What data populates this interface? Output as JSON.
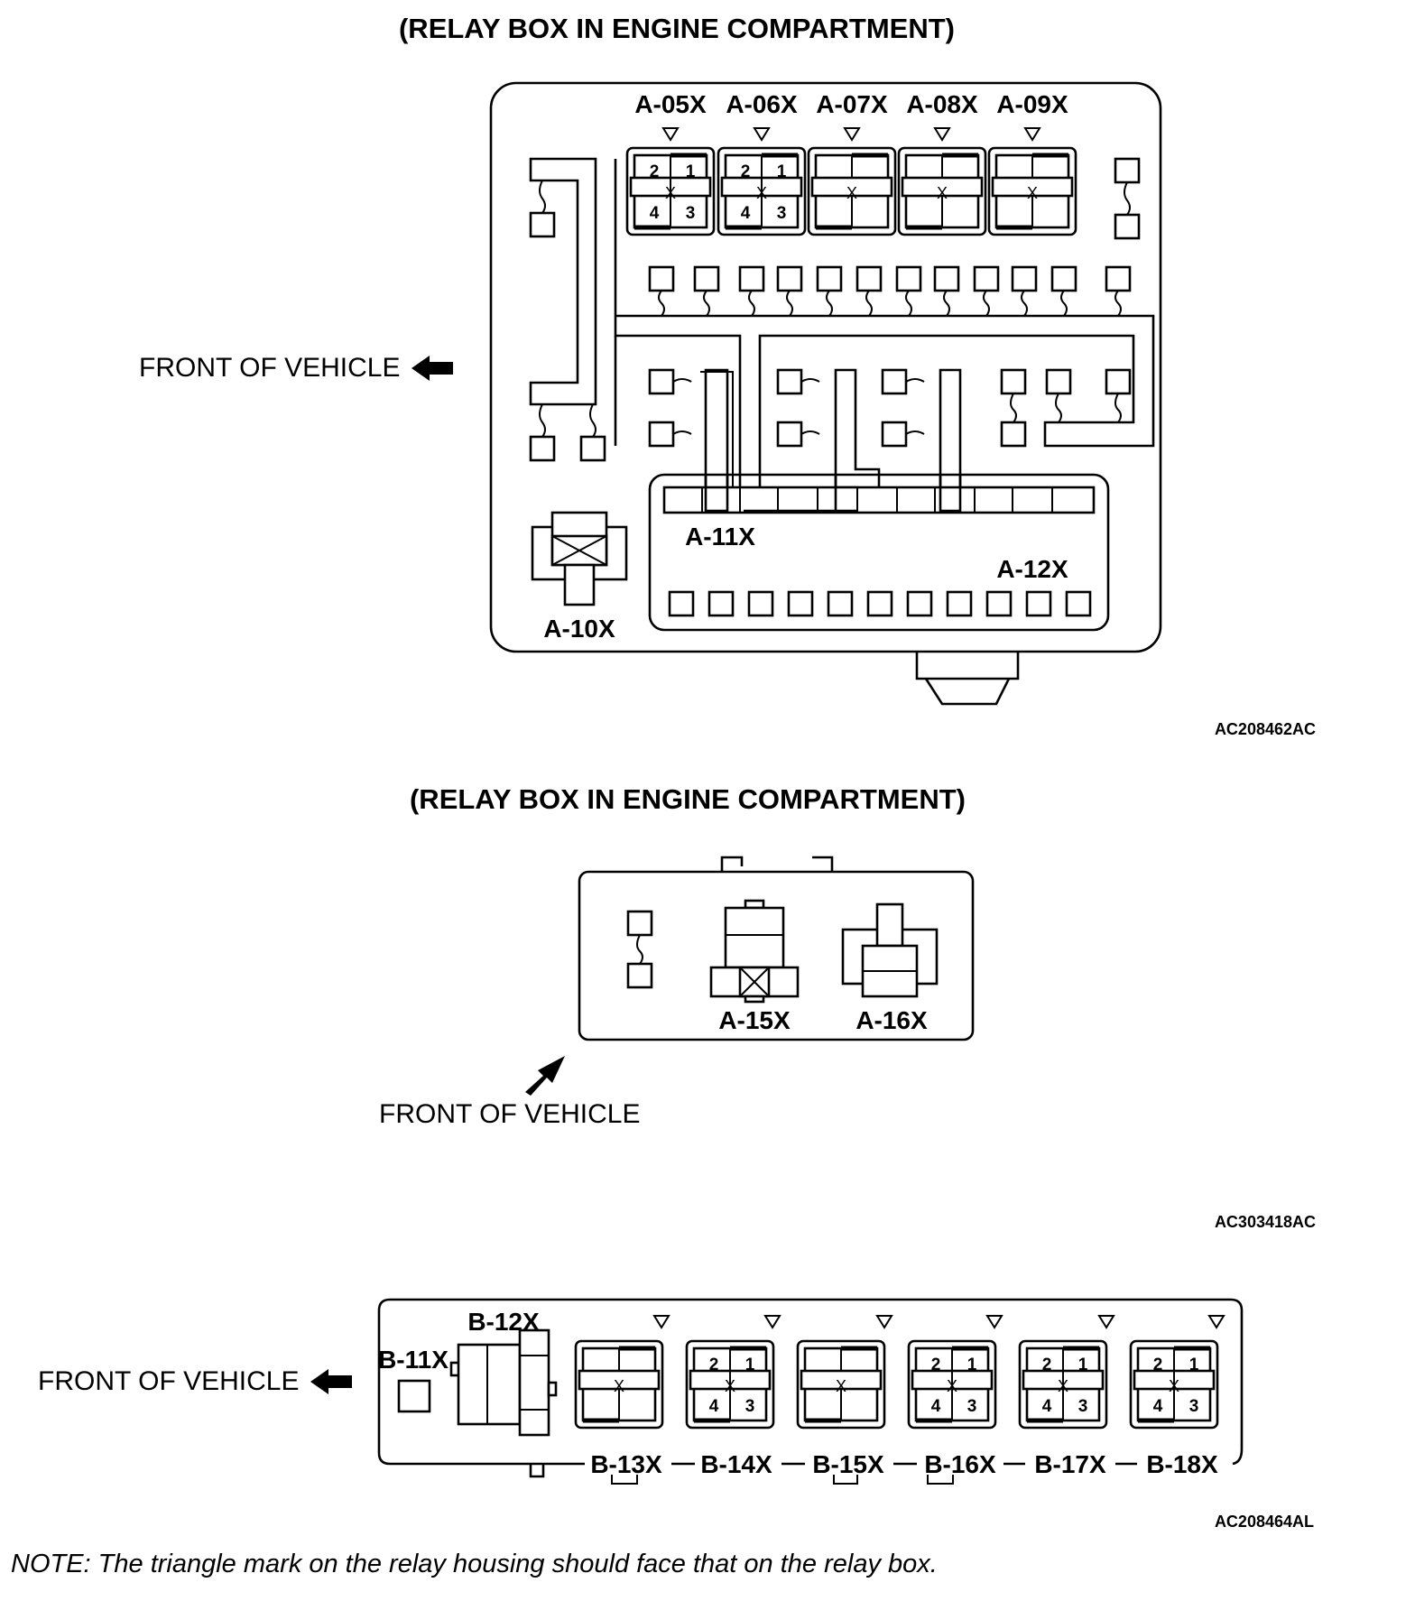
{
  "diagram1": {
    "title": "(RELAY BOX IN ENGINE COMPARTMENT)",
    "front_label": "FRONT OF VEHICLE",
    "code": "AC208462AC",
    "relays_top": [
      "A-05X",
      "A-06X",
      "A-07X",
      "A-08X",
      "A-09X"
    ],
    "label_a10": "A-10X",
    "label_a11": "A-11X",
    "label_a12": "A-12X"
  },
  "diagram2": {
    "title": "(RELAY BOX IN ENGINE COMPARTMENT)",
    "front_label": "FRONT OF VEHICLE",
    "code": "AC303418AC",
    "label_a15": "A-15X",
    "label_a16": "A-16X"
  },
  "diagram3": {
    "front_label": "FRONT OF VEHICLE",
    "code": "AC208464AL",
    "label_b11": "B-11X",
    "label_b12": "B-12X",
    "relays_bottom": [
      "B-13X",
      "B-14X",
      "B-15X",
      "B-16X",
      "B-17X",
      "B-18X"
    ]
  },
  "pins": {
    "p1": "1",
    "p2": "2",
    "p3": "3",
    "p4": "4",
    "x": "X"
  },
  "note": "NOTE: The triangle mark on the relay housing should face that on the relay box."
}
